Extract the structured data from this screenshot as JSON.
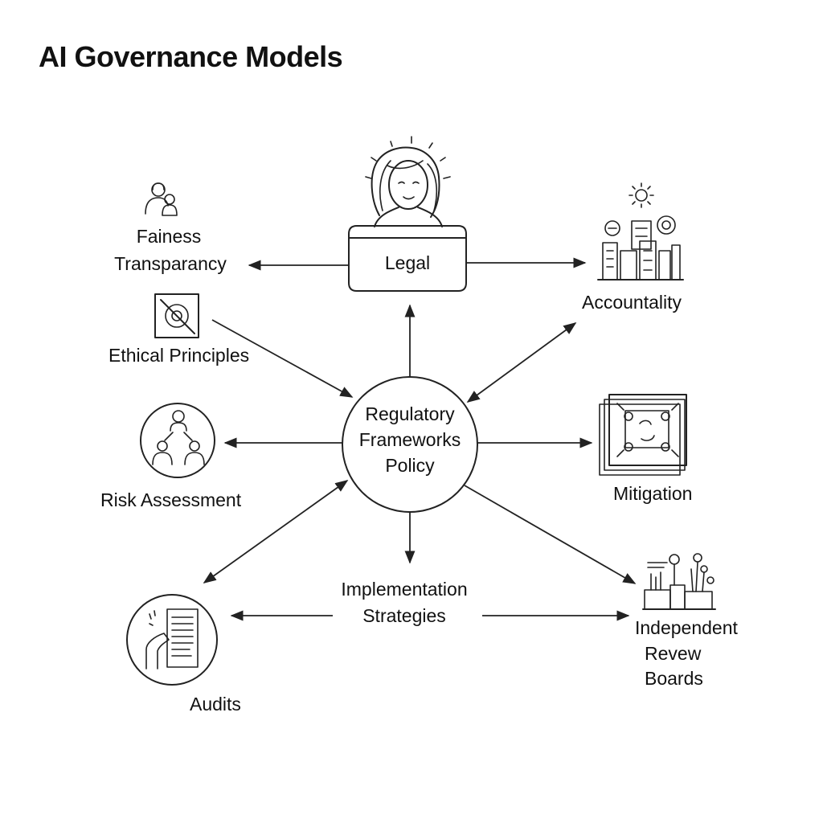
{
  "title": "AI Governance Models",
  "nodes": {
    "fairness": {
      "line1": "Fainess",
      "line2": "Transparancy",
      "icon": "people-icon"
    },
    "ethical": {
      "label": "Ethical Principles",
      "icon": "no-entry-icon"
    },
    "legal": {
      "label": "Legal",
      "icon": "person-at-desk-icon"
    },
    "accountability": {
      "label": "Accountality",
      "icon": "city-sun-icon"
    },
    "center": {
      "line1": "Regulatory",
      "line2": "Frameworks",
      "line3": "Policy"
    },
    "risk": {
      "label": "Risk Assessment",
      "icon": "group-network-icon"
    },
    "mitigation": {
      "label": "Mitigation",
      "icon": "circuit-board-icon"
    },
    "implementation": {
      "line1": "Implementation",
      "line2": "Strategies"
    },
    "audits": {
      "label": "Audits",
      "icon": "document-review-icon"
    },
    "review": {
      "line1": "Independent",
      "line2": "Revew",
      "line3": "Boards",
      "icon": "lab-bench-icon"
    }
  }
}
